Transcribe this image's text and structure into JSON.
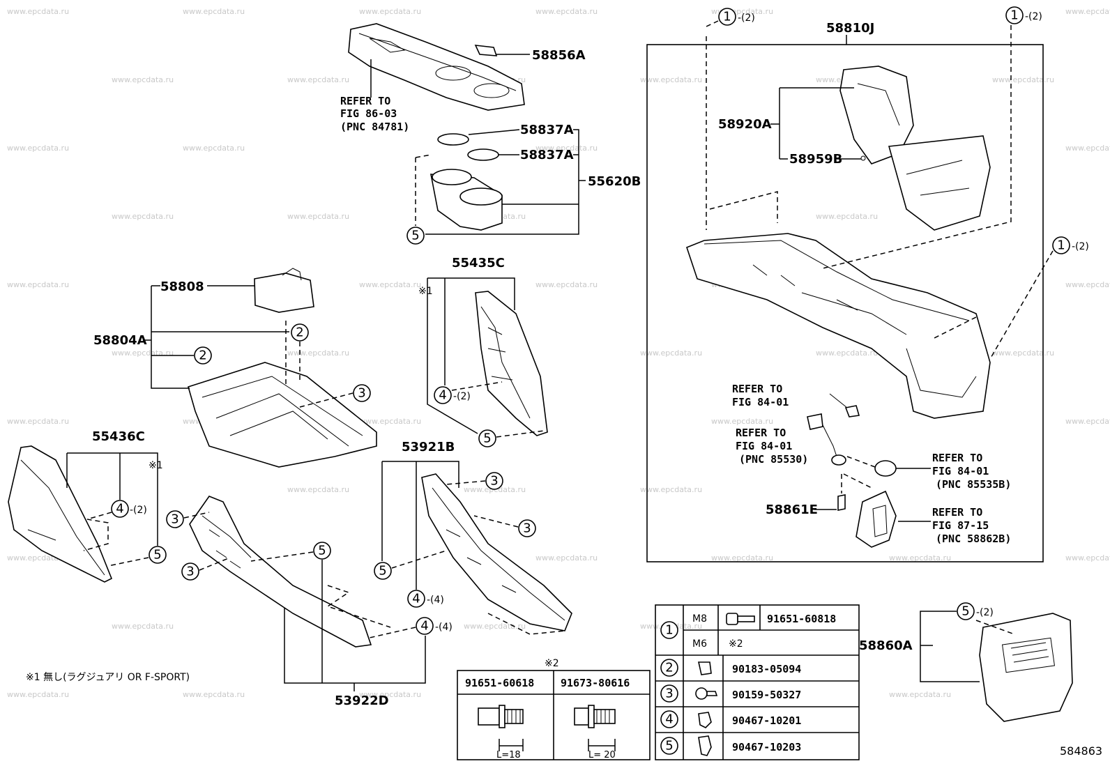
{
  "watermark": "www.epcdata.ru",
  "watermark_positions_note": "",
  "part_labels": {
    "p58856A": "58856A",
    "p58837A_1": "58837A",
    "p58837A_2": "58837A",
    "p55620B": "55620B",
    "p58808": "58808",
    "p58804A": "58804A",
    "p55435C": "55435C",
    "p55436C": "55436C",
    "p53921B": "53921B",
    "p53922D": "53922D",
    "p58810J": "58810J",
    "p58920A": "58920A",
    "p58959B": "58959B",
    "p58861E": "58861E",
    "p58860A": "58860A"
  },
  "refer_notes": {
    "r1": [
      "REFER TO",
      "FIG 86-03",
      "(PNC 84781)"
    ],
    "r2": [
      "REFER TO",
      "FIG 84-01"
    ],
    "r3": [
      "REFER TO",
      "FIG 84-01",
      "(PNC 85530)"
    ],
    "r4": [
      "REFER TO",
      "FIG 84-01",
      "(PNC 85535B)"
    ],
    "r5": [
      "REFER TO",
      "FIG 87-15",
      "(PNC 58862B)"
    ]
  },
  "callout_suffix": {
    "x2": "-(2)",
    "x4": "-(4)"
  },
  "note_marks": {
    "m1": "※1",
    "m2": "※2"
  },
  "footnote": "※1 無し(ラグジュアリ OR F-SPORT)",
  "figure_code": "584863",
  "fastener_table": {
    "rows": [
      {
        "num": "1",
        "size": "M8",
        "part": "91651-60818"
      },
      {
        "num": "",
        "size": "M6",
        "part": "※2"
      },
      {
        "num": "2",
        "size": "",
        "part": "90183-05094"
      },
      {
        "num": "3",
        "size": "",
        "part": "90159-50327"
      },
      {
        "num": "4",
        "size": "",
        "part": "90467-10201"
      },
      {
        "num": "5",
        "size": "",
        "part": "90467-10203"
      }
    ]
  },
  "bolt_table": {
    "title": "※2",
    "cols": [
      {
        "part": "91651-60618",
        "length": "L=18"
      },
      {
        "part": "91673-80616",
        "length": "L= 20"
      }
    ]
  }
}
